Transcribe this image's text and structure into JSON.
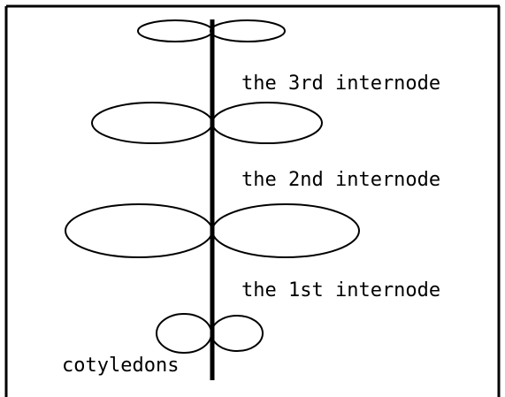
{
  "labels": {
    "internode_3": "the 3rd internode",
    "internode_2": "the 2nd internode",
    "internode_1": "the 1st internode",
    "cotyledons": "cotyledons"
  },
  "colors": {
    "stroke": "#000000",
    "background": "#ffffff"
  }
}
